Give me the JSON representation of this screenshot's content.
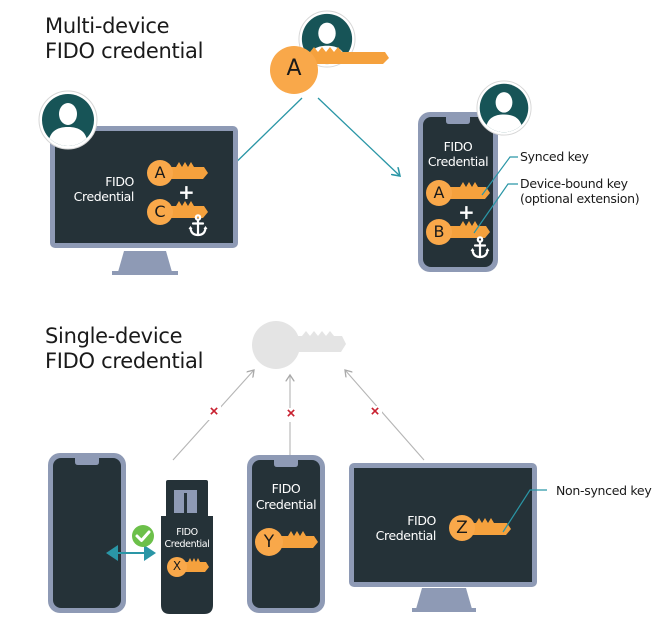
{
  "sections": {
    "multi": {
      "title_line1": "Multi-device",
      "title_line2": "FIDO credential"
    },
    "single": {
      "title_line1": "Single-device",
      "title_line2": "FIDO credential"
    }
  },
  "cloud_key": {
    "letter": "A",
    "icon": "user-icon"
  },
  "multi_desktop": {
    "credential_line1": "FIDO",
    "credential_line2": "Credential",
    "keys": [
      {
        "letter": "A",
        "icon": "key-icon"
      },
      {
        "letter": "C",
        "icon": "key-icon",
        "badge": "anchor-icon"
      }
    ],
    "plus": "+"
  },
  "multi_phone": {
    "credential_line1": "FIDO",
    "credential_line2": "Credential",
    "keys": [
      {
        "letter": "A",
        "icon": "key-icon"
      },
      {
        "letter": "B",
        "icon": "key-icon",
        "badge": "anchor-icon"
      }
    ],
    "plus": "+",
    "callouts": {
      "synced": "Synced key",
      "device_bound_line1": "Device-bound key",
      "device_bound_line2": "(optional extension)"
    }
  },
  "single_usb": {
    "credential_line1": "FIDO",
    "credential_line2": "Credential",
    "key_letter": "X"
  },
  "single_phone": {
    "credential_line1": "FIDO",
    "credential_line2": "Credential",
    "key_letter": "Y"
  },
  "single_desktop": {
    "credential_line1": "FIDO",
    "credential_line2": "Credential",
    "key_letter": "Z",
    "callout": "Non-synced key"
  },
  "blocked_marks": [
    "×",
    "×",
    "×"
  ],
  "colors": {
    "key_orange": "#f9a84a",
    "key_orange_dark": "#f39a2c",
    "screen": "#253238",
    "device_frame": "#8e9ab5",
    "avatar_bg": "#175457",
    "arrow_teal": "#2a96a6",
    "blocked_red": "#c8202f",
    "ghost_key": "#e4e4e4",
    "check_green": "#6cc04a"
  }
}
